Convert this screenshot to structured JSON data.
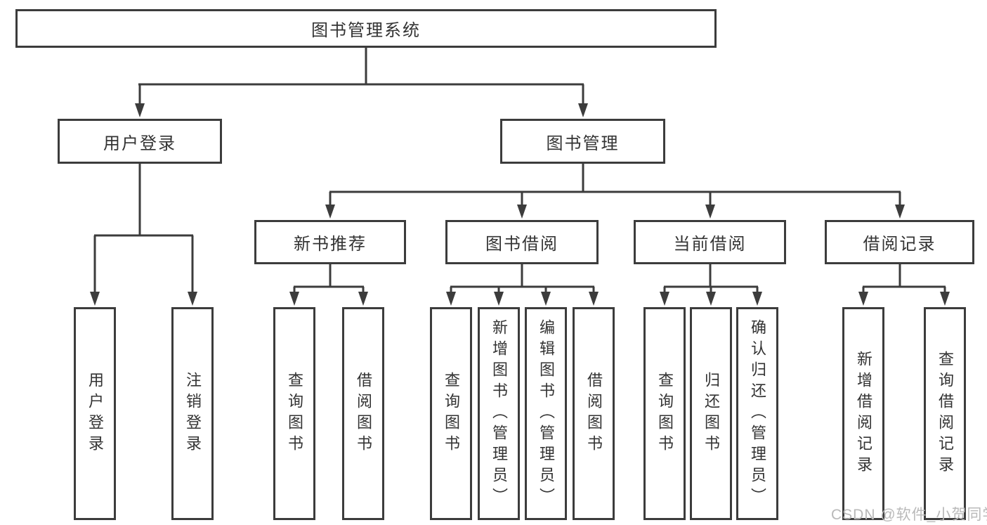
{
  "colors": {
    "line": "#3c3c3c",
    "text": "#333333",
    "watermark": "#b9b9b9",
    "background": "#ffffff"
  },
  "watermark": "CSDN @软件_小贺同学",
  "chart_data": {
    "type": "diagram-tree",
    "title": "图书管理系统",
    "hierarchy": {
      "图书管理系统": {
        "用户登录": [
          "用户登录",
          "注销登录"
        ],
        "图书管理": {
          "新书推荐": [
            "查询图书",
            "借阅图书"
          ],
          "图书借阅": [
            "查询图书",
            "新增图书（管理员）",
            "编辑图书（管理员）",
            "借阅图书"
          ],
          "当前借阅": [
            "查询图书",
            "归还图书",
            "确认归还（管理员）"
          ],
          "借阅记录": [
            "新增借阅记录",
            "查询借阅记录"
          ]
        }
      }
    }
  },
  "nodes": {
    "root": {
      "label": "图书管理系统"
    },
    "user_login": {
      "label": "用户登录"
    },
    "book_mgmt": {
      "label": "图书管理"
    },
    "new_book_rec": {
      "label": "新书推荐"
    },
    "book_borrow": {
      "label": "图书借阅"
    },
    "current_borrow": {
      "label": "当前借阅"
    },
    "borrow_record": {
      "label": "借阅记录"
    },
    "leaf_user_login": {
      "label": "用户登录"
    },
    "leaf_logout": {
      "label": "注销登录"
    },
    "rec_query_book": {
      "label": "查询图书"
    },
    "rec_borrow_book": {
      "label": "借阅图书"
    },
    "borrow_query_book": {
      "label": "查询图书"
    },
    "borrow_add_book": {
      "label": "新增图书（管理员）"
    },
    "borrow_edit_book": {
      "label": "编辑图书（管理员）"
    },
    "borrow_borrow_book": {
      "label": "借阅图书"
    },
    "current_query_book": {
      "label": "查询图书"
    },
    "current_return_book": {
      "label": "归还图书"
    },
    "current_confirm_return": {
      "label": "确认归还（管理员）"
    },
    "record_add": {
      "label": "新增借阅记录"
    },
    "record_query": {
      "label": "查询借阅记录"
    }
  }
}
